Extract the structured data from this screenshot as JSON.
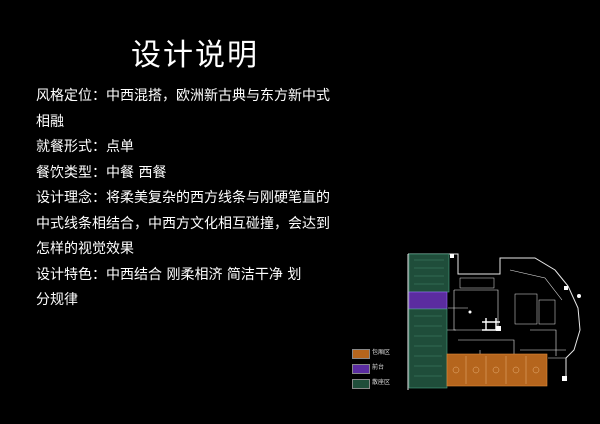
{
  "title": "设计说明",
  "lines": [
    "风格定位：中西混搭，欧洲新古典与东方新中式",
    "相融",
    "就餐形式：点单",
    "餐饮类型：中餐  西餐",
    "设计理念：将柔美复杂的西方线条与刚硬笔直的",
    "中式线条相结合，中西方文化相互碰撞，会达到",
    "怎样的视觉效果",
    "设计特色：中西结合   刚柔相济   简洁干净   划",
    "分规律"
  ],
  "legend": [
    {
      "label": "包厢区",
      "color": "#b5651d"
    },
    {
      "label": "前台",
      "color": "#5b2ca0"
    },
    {
      "label": "散座区",
      "color": "#1f4d3a"
    }
  ]
}
